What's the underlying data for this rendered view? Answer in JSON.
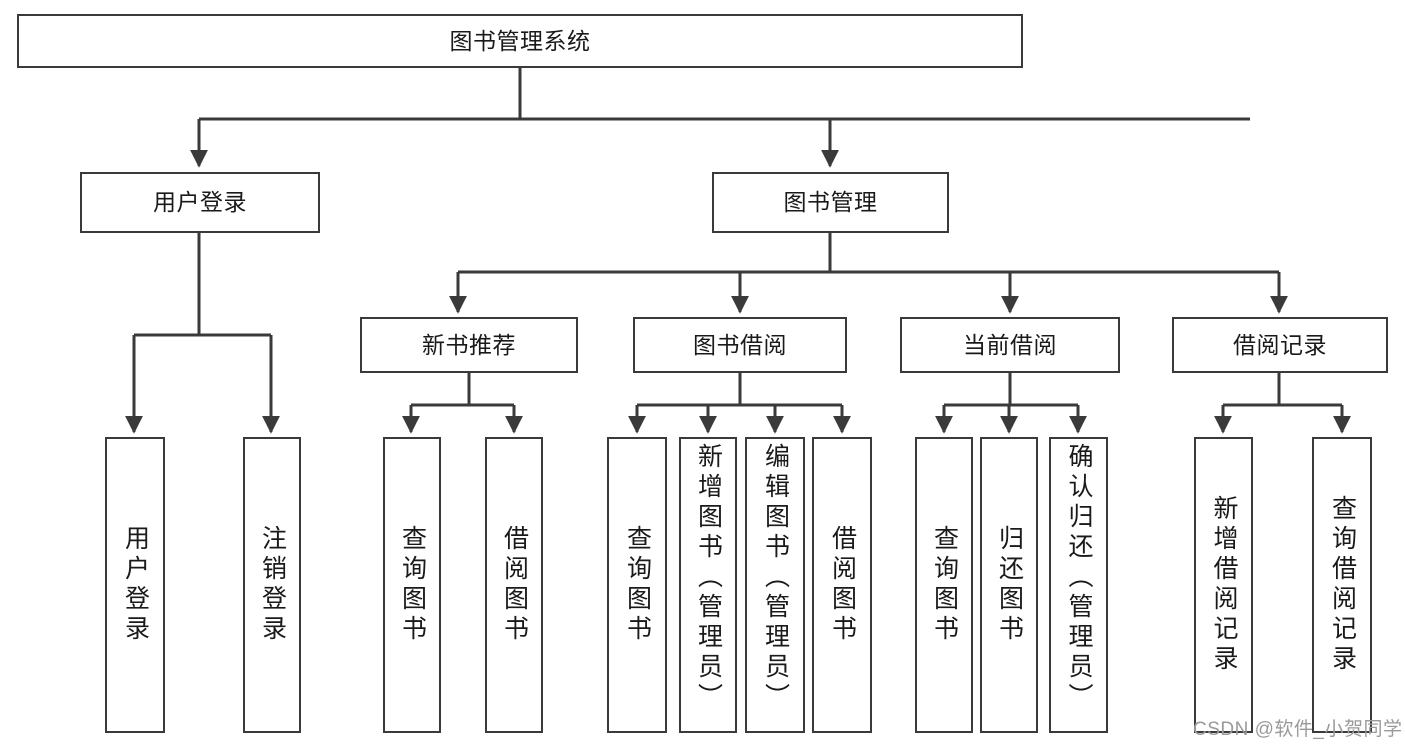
{
  "diagram": {
    "title": "图书管理系统",
    "type": "hierarchy-tree",
    "root": {
      "label": "图书管理系统"
    },
    "level2": [
      {
        "label": "用户登录"
      },
      {
        "label": "图书管理"
      }
    ],
    "level3": [
      {
        "label": "新书推荐"
      },
      {
        "label": "图书借阅"
      },
      {
        "label": "当前借阅"
      },
      {
        "label": "借阅记录"
      }
    ],
    "leaves": {
      "user_login": [
        {
          "label": "用户登录"
        },
        {
          "label": "注销登录"
        }
      ],
      "new_book": [
        {
          "label": "查询图书"
        },
        {
          "label": "借阅图书"
        }
      ],
      "book_borrow": [
        {
          "label": "查询图书"
        },
        {
          "label": "新增图书（管理员）"
        },
        {
          "label": "编辑图书（管理员）"
        },
        {
          "label": "借阅图书"
        }
      ],
      "current_borrow": [
        {
          "label": "查询图书"
        },
        {
          "label": "归还图书"
        },
        {
          "label": "确认归还（管理员）"
        }
      ],
      "borrow_record": [
        {
          "label": "新增借阅记录"
        },
        {
          "label": "查询借阅记录"
        }
      ]
    }
  },
  "watermark": {
    "text": "CSDN @软件_小贺同学"
  },
  "colors": {
    "stroke": "#3a3a3a",
    "background": "#ffffff",
    "text": "#1a1a1a",
    "watermark": "#9a9a9a"
  }
}
